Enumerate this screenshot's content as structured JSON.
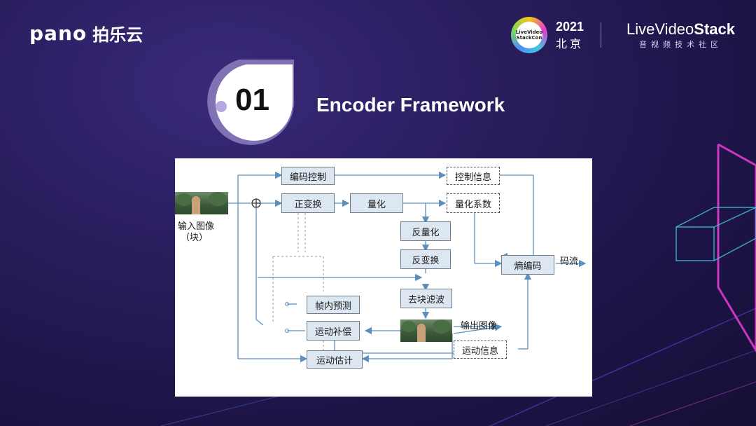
{
  "header": {
    "brand_name": "pano",
    "brand_cn": "拍乐云",
    "event_logo_text": "LiveVideo StackCon",
    "event_year": "2021",
    "event_city": "北京",
    "community_name_a": "LiveVideo",
    "community_name_b": "Stack",
    "community_sub": "音视频技术社区"
  },
  "section": {
    "number": "01",
    "title": "Encoder Framework"
  },
  "diagram": {
    "nodes": {
      "encode_control": "编码控制",
      "transform": "正变换",
      "quantize": "量化",
      "inv_quantize": "反量化",
      "inv_transform": "反变换",
      "deblock": "去块滤波",
      "intra_pred": "帧内预测",
      "motion_comp": "运动补偿",
      "motion_est": "运动估计",
      "entropy": "熵编码",
      "control_info": "控制信息",
      "quant_coef": "量化系数",
      "motion_info": "运动信息"
    },
    "labels": {
      "input_image": "输入图像",
      "input_block": "（块）",
      "bitstream": "码流",
      "output_image": "输出图像"
    }
  },
  "colors": {
    "bg": "#1d1446",
    "node_fill": "#dde7f1",
    "arrow": "#5b8fbd",
    "accent_pink": "#e23ad1",
    "accent_cyan": "#3fc9e0"
  }
}
